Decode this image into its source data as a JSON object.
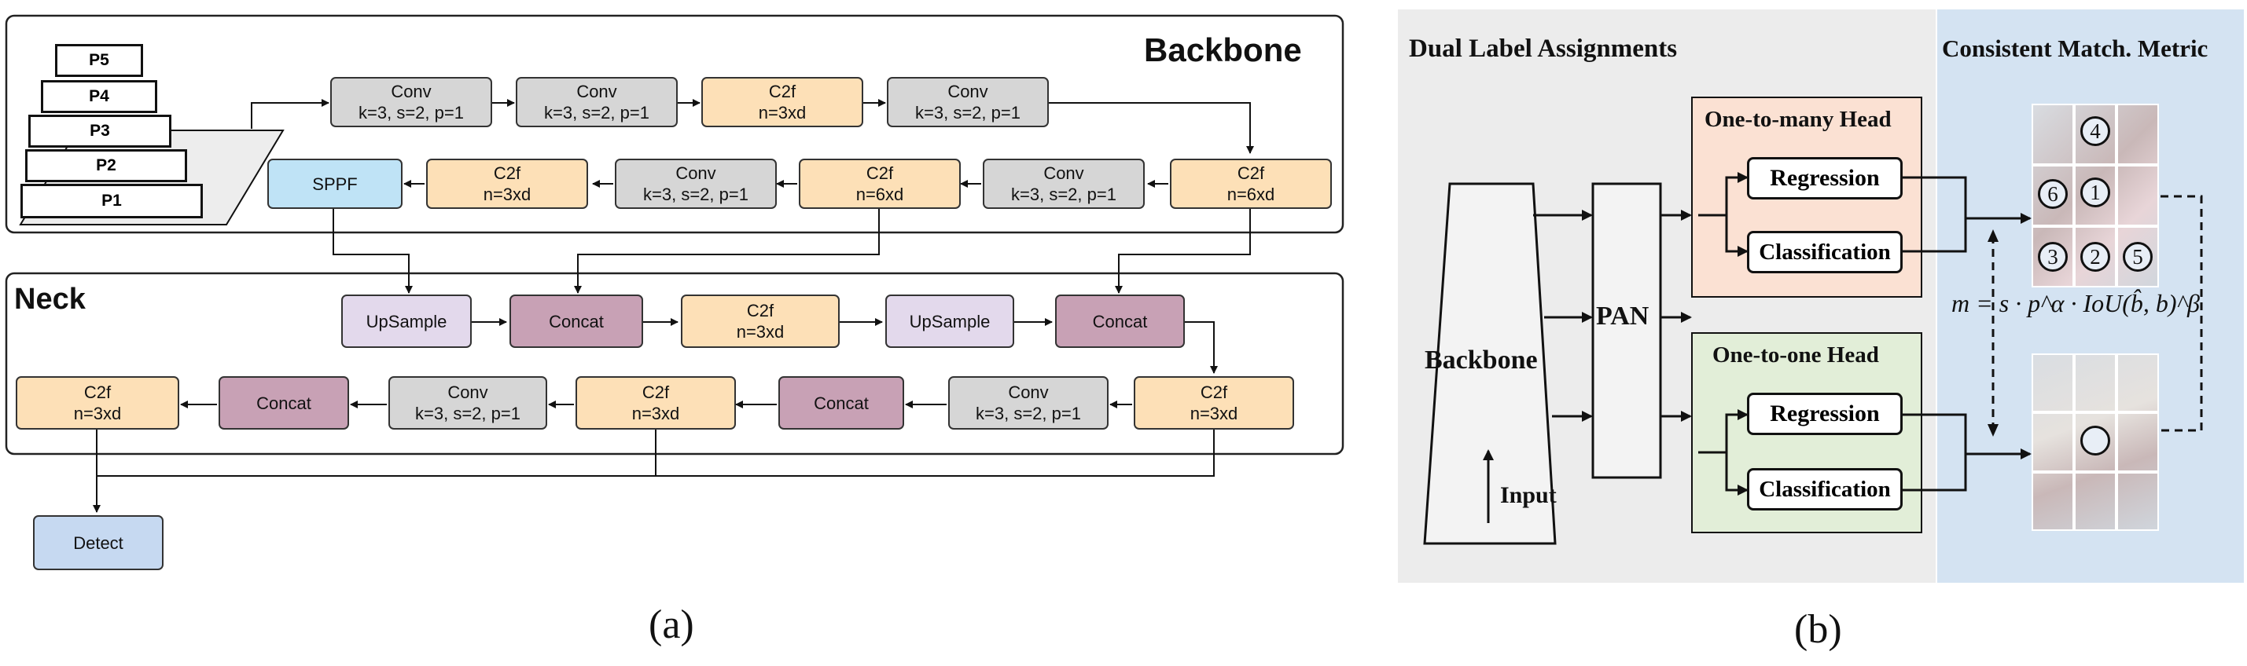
{
  "panel_a": {
    "backbone_title": "Backbone",
    "neck_title": "Neck",
    "pyramid": [
      "P5",
      "P4",
      "P3",
      "P2",
      "P1"
    ],
    "backbone_row1": [
      {
        "l1": "Conv",
        "l2": "k=3, s=2, p=1"
      },
      {
        "l1": "Conv",
        "l2": "k=3, s=2, p=1"
      },
      {
        "l1": "C2f",
        "l2": "n=3xd"
      },
      {
        "l1": "Conv",
        "l2": "k=3, s=2, p=1"
      }
    ],
    "backbone_row2": [
      {
        "l1": "SPPF",
        "l2": ""
      },
      {
        "l1": "C2f",
        "l2": "n=3xd"
      },
      {
        "l1": "Conv",
        "l2": "k=3, s=2, p=1"
      },
      {
        "l1": "C2f",
        "l2": "n=6xd"
      },
      {
        "l1": "Conv",
        "l2": "k=3, s=2, p=1"
      },
      {
        "l1": "C2f",
        "l2": "n=6xd"
      }
    ],
    "neck_row1": [
      {
        "l1": "UpSample",
        "l2": ""
      },
      {
        "l1": "Concat",
        "l2": ""
      },
      {
        "l1": "C2f",
        "l2": "n=3xd"
      },
      {
        "l1": "UpSample",
        "l2": ""
      },
      {
        "l1": "Concat",
        "l2": ""
      }
    ],
    "neck_row2": [
      {
        "l1": "C2f",
        "l2": "n=3xd"
      },
      {
        "l1": "Concat",
        "l2": ""
      },
      {
        "l1": "Conv",
        "l2": "k=3, s=2, p=1"
      },
      {
        "l1": "C2f",
        "l2": "n=3xd"
      },
      {
        "l1": "Concat",
        "l2": ""
      },
      {
        "l1": "Conv",
        "l2": "k=3, s=2, p=1"
      },
      {
        "l1": "C2f",
        "l2": "n=3xd"
      }
    ],
    "detect": "Detect",
    "caption": "(a)"
  },
  "panel_b": {
    "dual_title": "Dual Label Assignments",
    "metric_title": "Consistent Match. Metric",
    "backbone": "Backbone",
    "pan": "PAN",
    "input": "Input",
    "one_to_many": "One-to-many Head",
    "one_to_one": "One-to-one Head",
    "regression": "Regression",
    "classification": "Classification",
    "formula": "m = s · p^α · IoU(b̂, b)^β",
    "grid_top_numbers": [
      "4",
      "6",
      "1",
      "3",
      "2",
      "5"
    ],
    "caption": "(b)"
  },
  "colors": {
    "conv": "#d6d6d6",
    "c2f": "#fde0b7",
    "sppf": "#bfe3f6",
    "upsample": "#e3d9ec",
    "concat": "#c8a1b5",
    "detect": "#c6d9f1",
    "many_head_bg": "#fbe1d3",
    "one_head_bg": "#e2eed8",
    "dual_bg": "#ececec",
    "metric_bg": "#d4e3f2"
  }
}
